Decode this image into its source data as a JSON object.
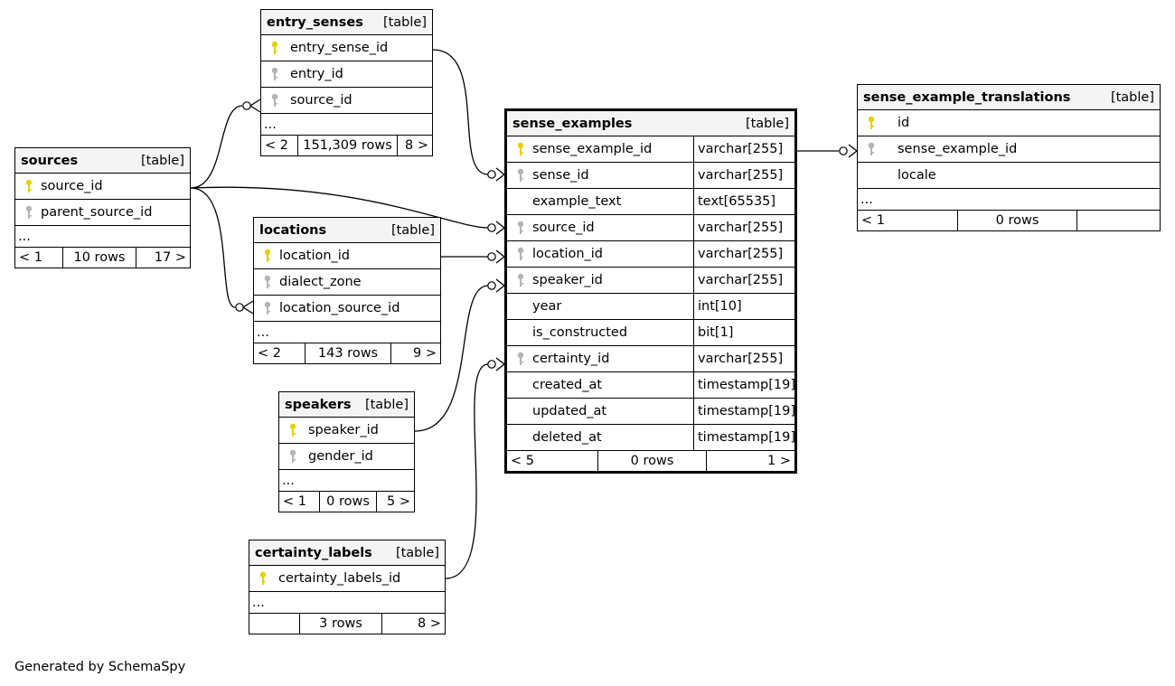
{
  "footer": {
    "generated": "Generated by SchemaSpy"
  },
  "colors": {
    "primary_key": "#e8d000",
    "foreign_key": "#b4b4b4",
    "header_bg": "#f4f4f4"
  },
  "icons": {
    "primary_key": "yellow-key-icon",
    "foreign_key": "gray-key-icon"
  },
  "tables": {
    "entry_senses": {
      "name": "entry_senses",
      "kind": "[table]",
      "columns": [
        {
          "name": "entry_sense_id",
          "key": "primary"
        },
        {
          "name": "entry_id",
          "key": "foreign"
        },
        {
          "name": "source_id",
          "key": "foreign"
        }
      ],
      "more": "...",
      "footer": [
        "< 2",
        "151,309 rows",
        "8 >"
      ]
    },
    "sources": {
      "name": "sources",
      "kind": "[table]",
      "columns": [
        {
          "name": "source_id",
          "key": "primary"
        },
        {
          "name": "parent_source_id",
          "key": "foreign"
        }
      ],
      "more": "...",
      "footer": [
        "< 1",
        "10 rows",
        "17 >"
      ]
    },
    "locations": {
      "name": "locations",
      "kind": "[table]",
      "columns": [
        {
          "name": "location_id",
          "key": "primary"
        },
        {
          "name": "dialect_zone",
          "key": "foreign"
        },
        {
          "name": "location_source_id",
          "key": "foreign"
        }
      ],
      "more": "...",
      "footer": [
        "< 2",
        "143 rows",
        "9 >"
      ]
    },
    "speakers": {
      "name": "speakers",
      "kind": "[table]",
      "columns": [
        {
          "name": "speaker_id",
          "key": "primary"
        },
        {
          "name": "gender_id",
          "key": "foreign"
        }
      ],
      "more": "...",
      "footer": [
        "< 1",
        "0 rows",
        "5 >"
      ]
    },
    "certainty_labels": {
      "name": "certainty_labels",
      "kind": "[table]",
      "columns": [
        {
          "name": "certainty_labels_id",
          "key": "primary"
        }
      ],
      "more": "...",
      "footer": [
        "",
        "3 rows",
        "8 >"
      ]
    },
    "sense_examples": {
      "name": "sense_examples",
      "kind": "[table]",
      "columns": [
        {
          "name": "sense_example_id",
          "type": "varchar[255]",
          "key": "primary"
        },
        {
          "name": "sense_id",
          "type": "varchar[255]",
          "key": "foreign"
        },
        {
          "name": "example_text",
          "type": "text[65535]",
          "key": ""
        },
        {
          "name": "source_id",
          "type": "varchar[255]",
          "key": "foreign"
        },
        {
          "name": "location_id",
          "type": "varchar[255]",
          "key": "foreign"
        },
        {
          "name": "speaker_id",
          "type": "varchar[255]",
          "key": "foreign"
        },
        {
          "name": "year",
          "type": "int[10]",
          "key": ""
        },
        {
          "name": "is_constructed",
          "type": "bit[1]",
          "key": ""
        },
        {
          "name": "certainty_id",
          "type": "varchar[255]",
          "key": "foreign"
        },
        {
          "name": "created_at",
          "type": "timestamp[19]",
          "key": ""
        },
        {
          "name": "updated_at",
          "type": "timestamp[19]",
          "key": ""
        },
        {
          "name": "deleted_at",
          "type": "timestamp[19]",
          "key": ""
        }
      ],
      "footer": [
        "< 5",
        "0 rows",
        "1 >"
      ]
    },
    "sense_example_translations": {
      "name": "sense_example_translations",
      "kind": "[table]",
      "columns": [
        {
          "name": "id",
          "key": "primary"
        },
        {
          "name": "sense_example_id",
          "key": "foreign"
        },
        {
          "name": "locale",
          "key": ""
        }
      ],
      "more": "...",
      "footer": [
        "< 1",
        "0 rows",
        ""
      ]
    }
  }
}
